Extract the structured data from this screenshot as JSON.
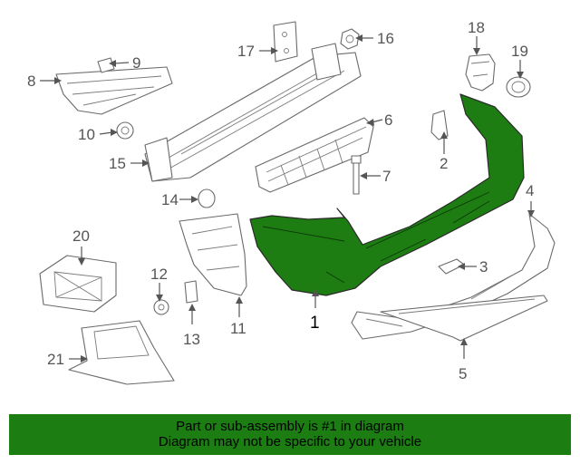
{
  "diagram": {
    "highlight_color": "#1e7d12",
    "callouts": [
      "1",
      "2",
      "3",
      "4",
      "5",
      "6",
      "7",
      "8",
      "9",
      "10",
      "11",
      "12",
      "13",
      "14",
      "15",
      "16",
      "17",
      "18",
      "19",
      "20",
      "21"
    ]
  },
  "footer": {
    "line1": "Part or sub-assembly is #1 in diagram",
    "line2": "Diagram may not be specific to your vehicle",
    "background": "#1b7d12"
  }
}
